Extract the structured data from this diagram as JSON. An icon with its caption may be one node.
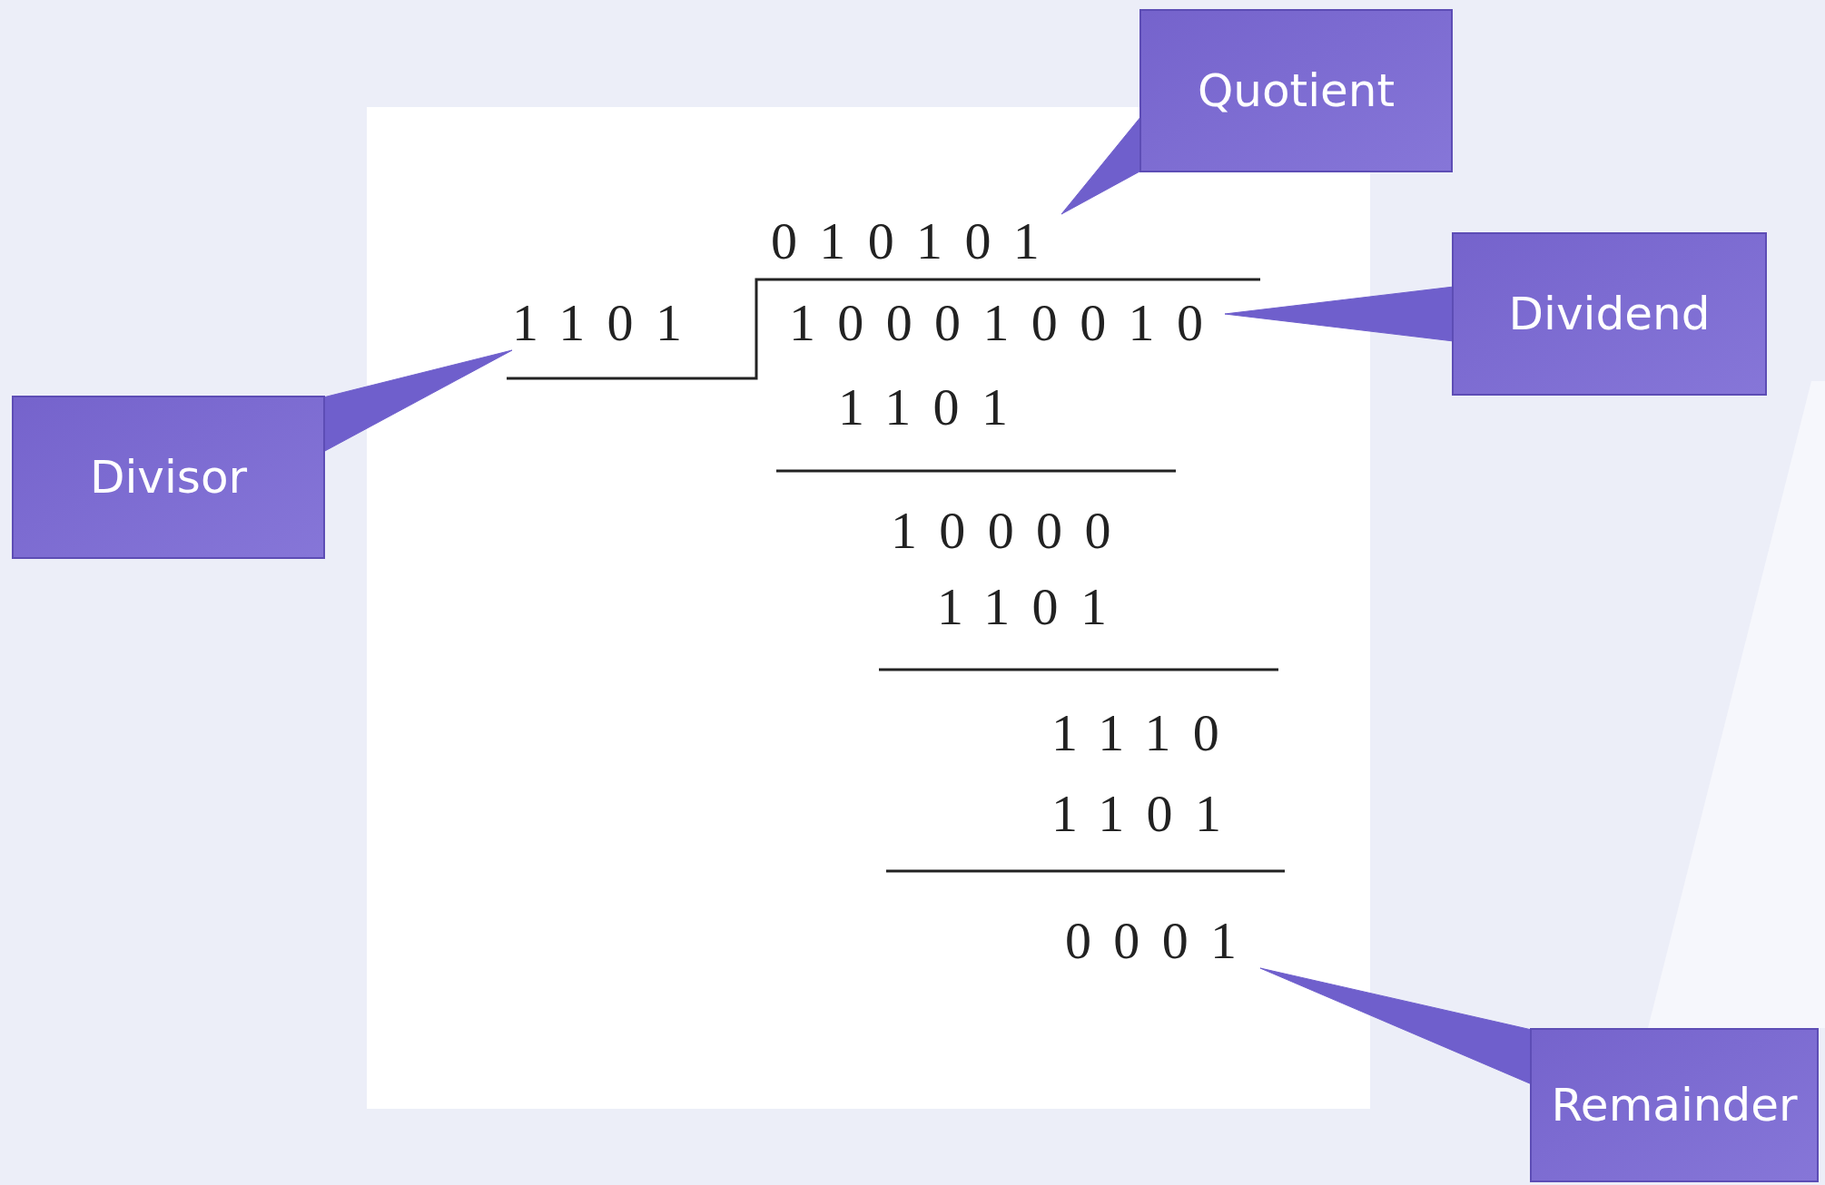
{
  "diagram": {
    "nodes": [
      {
        "text": [
          "Quotient"
        ]
      },
      {
        "text": [
          "Dividend"
        ]
      },
      {
        "text": [
          "Divisor"
        ]
      },
      {
        "text": [
          "Remainder"
        ]
      },
      {
        "text": [
          "010101"
        ]
      },
      {
        "text": [
          "100010010"
        ]
      },
      {
        "text": [
          "1101"
        ]
      },
      {
        "text": [
          "0001"
        ]
      }
    ],
    "edges": [
      {
        "from": 0,
        "to": 4,
        "arrow": "none"
      },
      {
        "from": 1,
        "to": 5,
        "arrow": "none"
      },
      {
        "from": 2,
        "to": 6,
        "arrow": "none"
      },
      {
        "from": 3,
        "to": 7,
        "arrow": "none"
      }
    ],
    "labels": [
      "1101",
      "10000",
      "1101",
      "1110",
      "1101"
    ]
  }
}
